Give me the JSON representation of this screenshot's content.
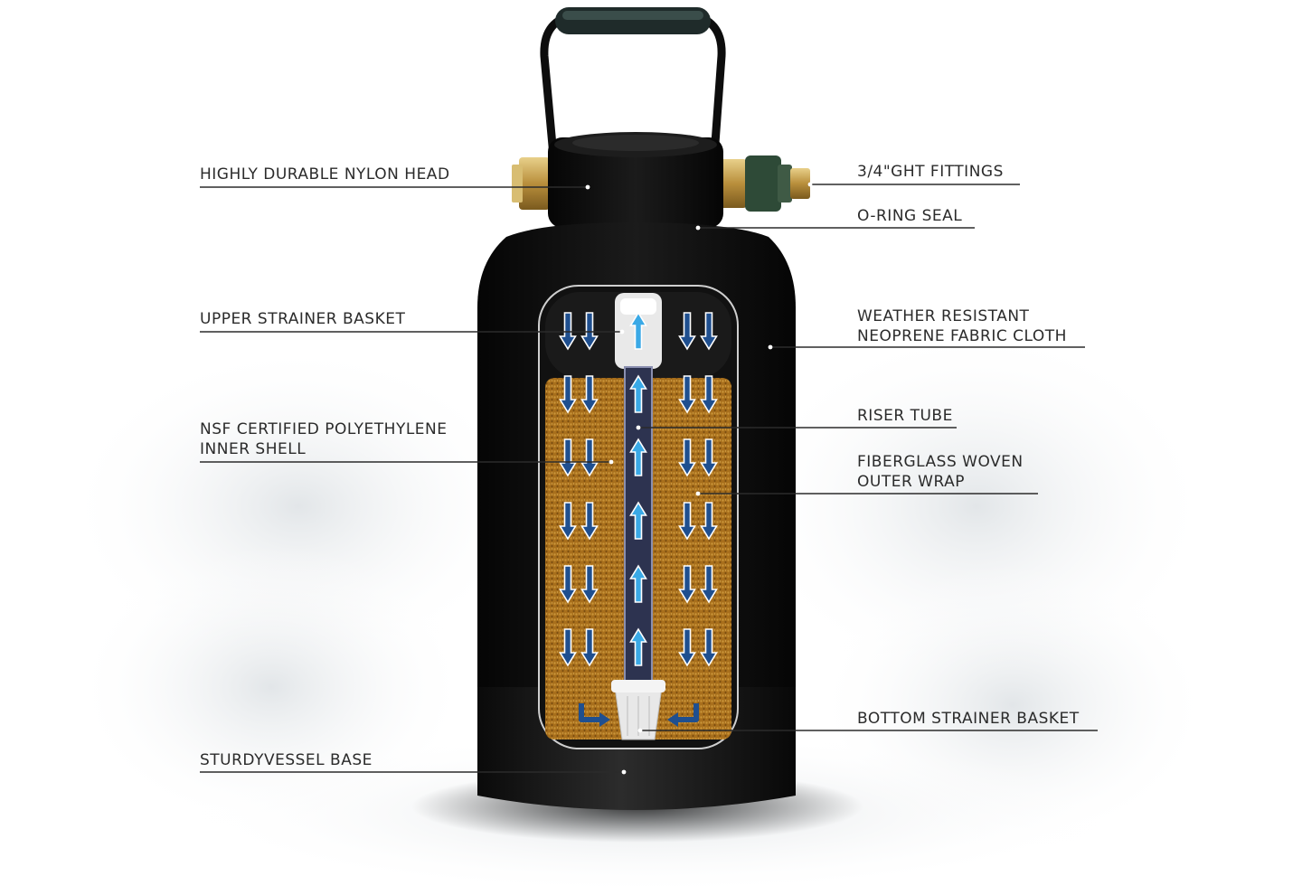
{
  "labels": {
    "nylon_head": "HIGHLY DURABLE NYLON HEAD",
    "ght_fittings": "3/4\"GHT FITTINGS",
    "o_ring_seal": "O-RING SEAL",
    "upper_strainer": "UPPER STRAINER BASKET",
    "neoprene_line1": "WEATHER RESISTANT",
    "neoprene_line2": "NEOPRENE FABRIC CLOTH",
    "riser_tube": "RISER TUBE",
    "inner_shell_line1": "NSF CERTIFIED POLYETHYLENE",
    "inner_shell_line2": "INNER SHELL",
    "fiberglass_line1": "FIBERGLASS WOVEN",
    "fiberglass_line2": "OUTER WRAP",
    "bottom_strainer": "BOTTOM STRAINER BASKET",
    "vessel_base": "STURDYVESSEL BASE"
  },
  "colors": {
    "vessel_body": "#0d0d0d",
    "handle_grip": "#2a3a38",
    "brass_fitting": "#c9a95a",
    "green_fitting": "#3f5a45",
    "resin_media": "#a86f1c",
    "flow_down_arrow": "#1f4f8f",
    "flow_up_arrow": "#3aa9e6",
    "leader_line": "#2b2b2b"
  },
  "icons": {
    "flow_down": "arrow-down-icon",
    "flow_up": "arrow-up-icon",
    "bottom_inflow": "arrow-turn-icon"
  }
}
